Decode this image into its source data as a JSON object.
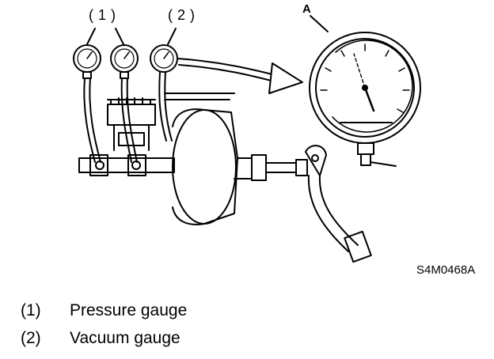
{
  "figure": {
    "callouts": {
      "pressure": "(1)",
      "vacuum": "(2)",
      "detail": "A"
    },
    "code": "S4M0468A"
  },
  "legend": [
    {
      "num": "(1)",
      "text": "Pressure gauge"
    },
    {
      "num": "(2)",
      "text": "Vacuum gauge"
    }
  ]
}
